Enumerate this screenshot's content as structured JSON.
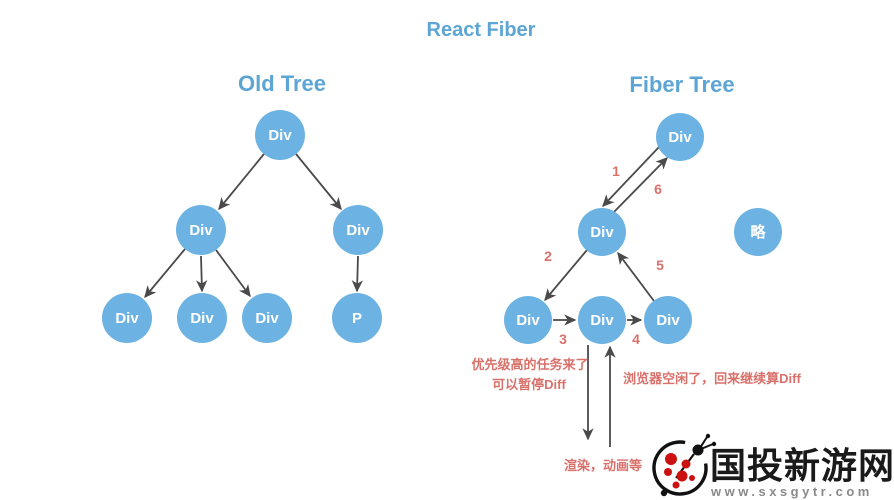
{
  "title": "React Fiber",
  "old_tree": {
    "heading": "Old Tree",
    "nodes": [
      "Div",
      "Div",
      "Div",
      "Div",
      "Div",
      "Div",
      "P"
    ]
  },
  "fiber_tree": {
    "heading": "Fiber Tree",
    "nodes": [
      "Div",
      "Div",
      "Div",
      "Div",
      "Div"
    ],
    "skip_node": "略",
    "steps": [
      "1",
      "2",
      "3",
      "4",
      "5",
      "6"
    ]
  },
  "annotations": {
    "pause": [
      "优先级高的任务来了",
      "可以暂停Diff"
    ],
    "resume": "浏览器空闲了，回来继续算Diff",
    "render": "渲染，动画等"
  },
  "watermark": {
    "site_name": "国投新游网",
    "site_url": "www.sxsgytr.com"
  },
  "colors": {
    "node_fill": "#6CB2E2",
    "heading_text": "#5CA5D4",
    "annotation_text": "#D9716B",
    "arrow": "#4A4A4A",
    "watermark_name": "#1A1A1A",
    "watermark_url": "#8A8A8A",
    "watermark_red": "#CC1111"
  }
}
